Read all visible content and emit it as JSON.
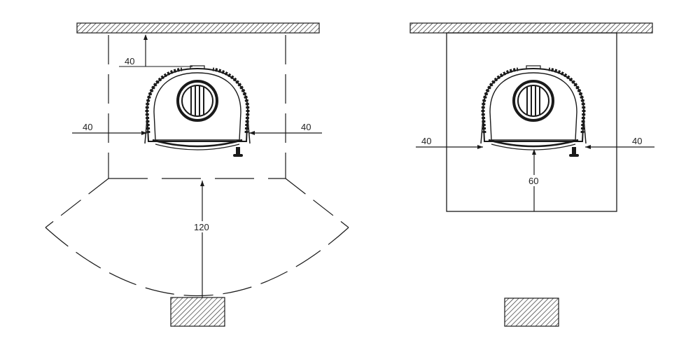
{
  "colors": {
    "line": "#1a1a1a",
    "hatch": "#333333",
    "background": "#ffffff"
  },
  "left_view": {
    "top_clearance": "40",
    "left_clearance": "40",
    "right_clearance": "40",
    "front_clearance": "120"
  },
  "right_view": {
    "left_clearance": "40",
    "right_clearance": "40",
    "front_clearance": "60"
  }
}
